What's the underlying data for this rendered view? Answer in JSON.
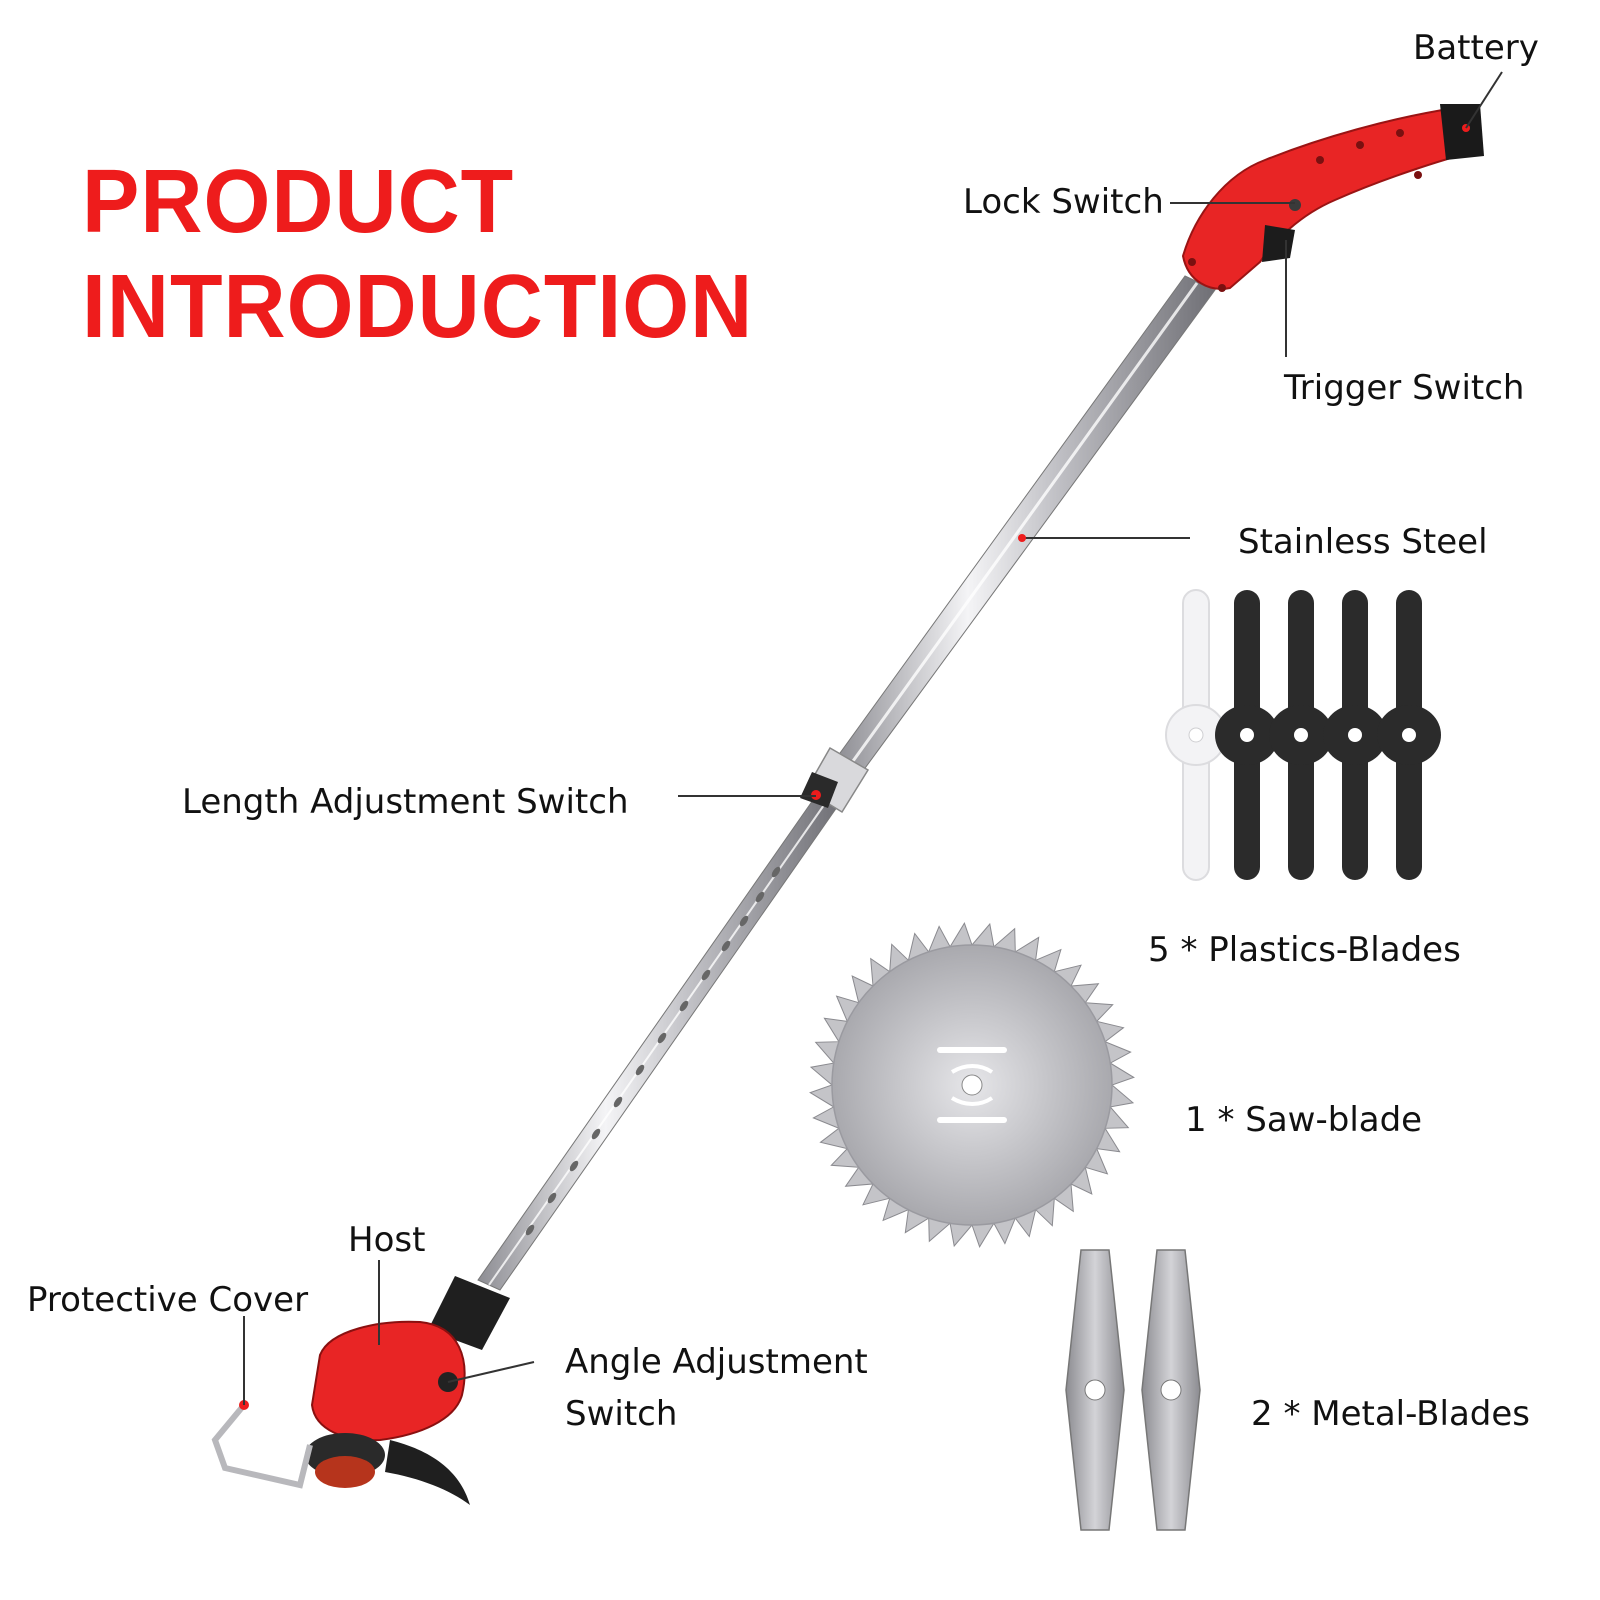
{
  "title": {
    "line1": "PRODUCT",
    "line2": "INTRODUCTION"
  },
  "labels": {
    "battery": "Battery",
    "lock_switch": "Lock Switch",
    "trigger_switch": "Trigger Switch",
    "stainless_steel": "Stainless Steel",
    "length_adjustment_switch": "Length Adjustment Switch",
    "host": "Host",
    "protective_cover": "Protective Cover",
    "angle_adjustment_line1": "Angle Adjustment",
    "angle_adjustment_line2": "Switch"
  },
  "accessories": {
    "plastic_blades": "5 * Plastics-Blades",
    "saw_blade": "1 * Saw-blade",
    "metal_blades": "2 * Metal-Blades"
  },
  "colors": {
    "brand_red": "#ee1c1c",
    "body_red": "#e82525",
    "steel": "#cfcfd3",
    "blade_black": "#2b2b2b"
  }
}
